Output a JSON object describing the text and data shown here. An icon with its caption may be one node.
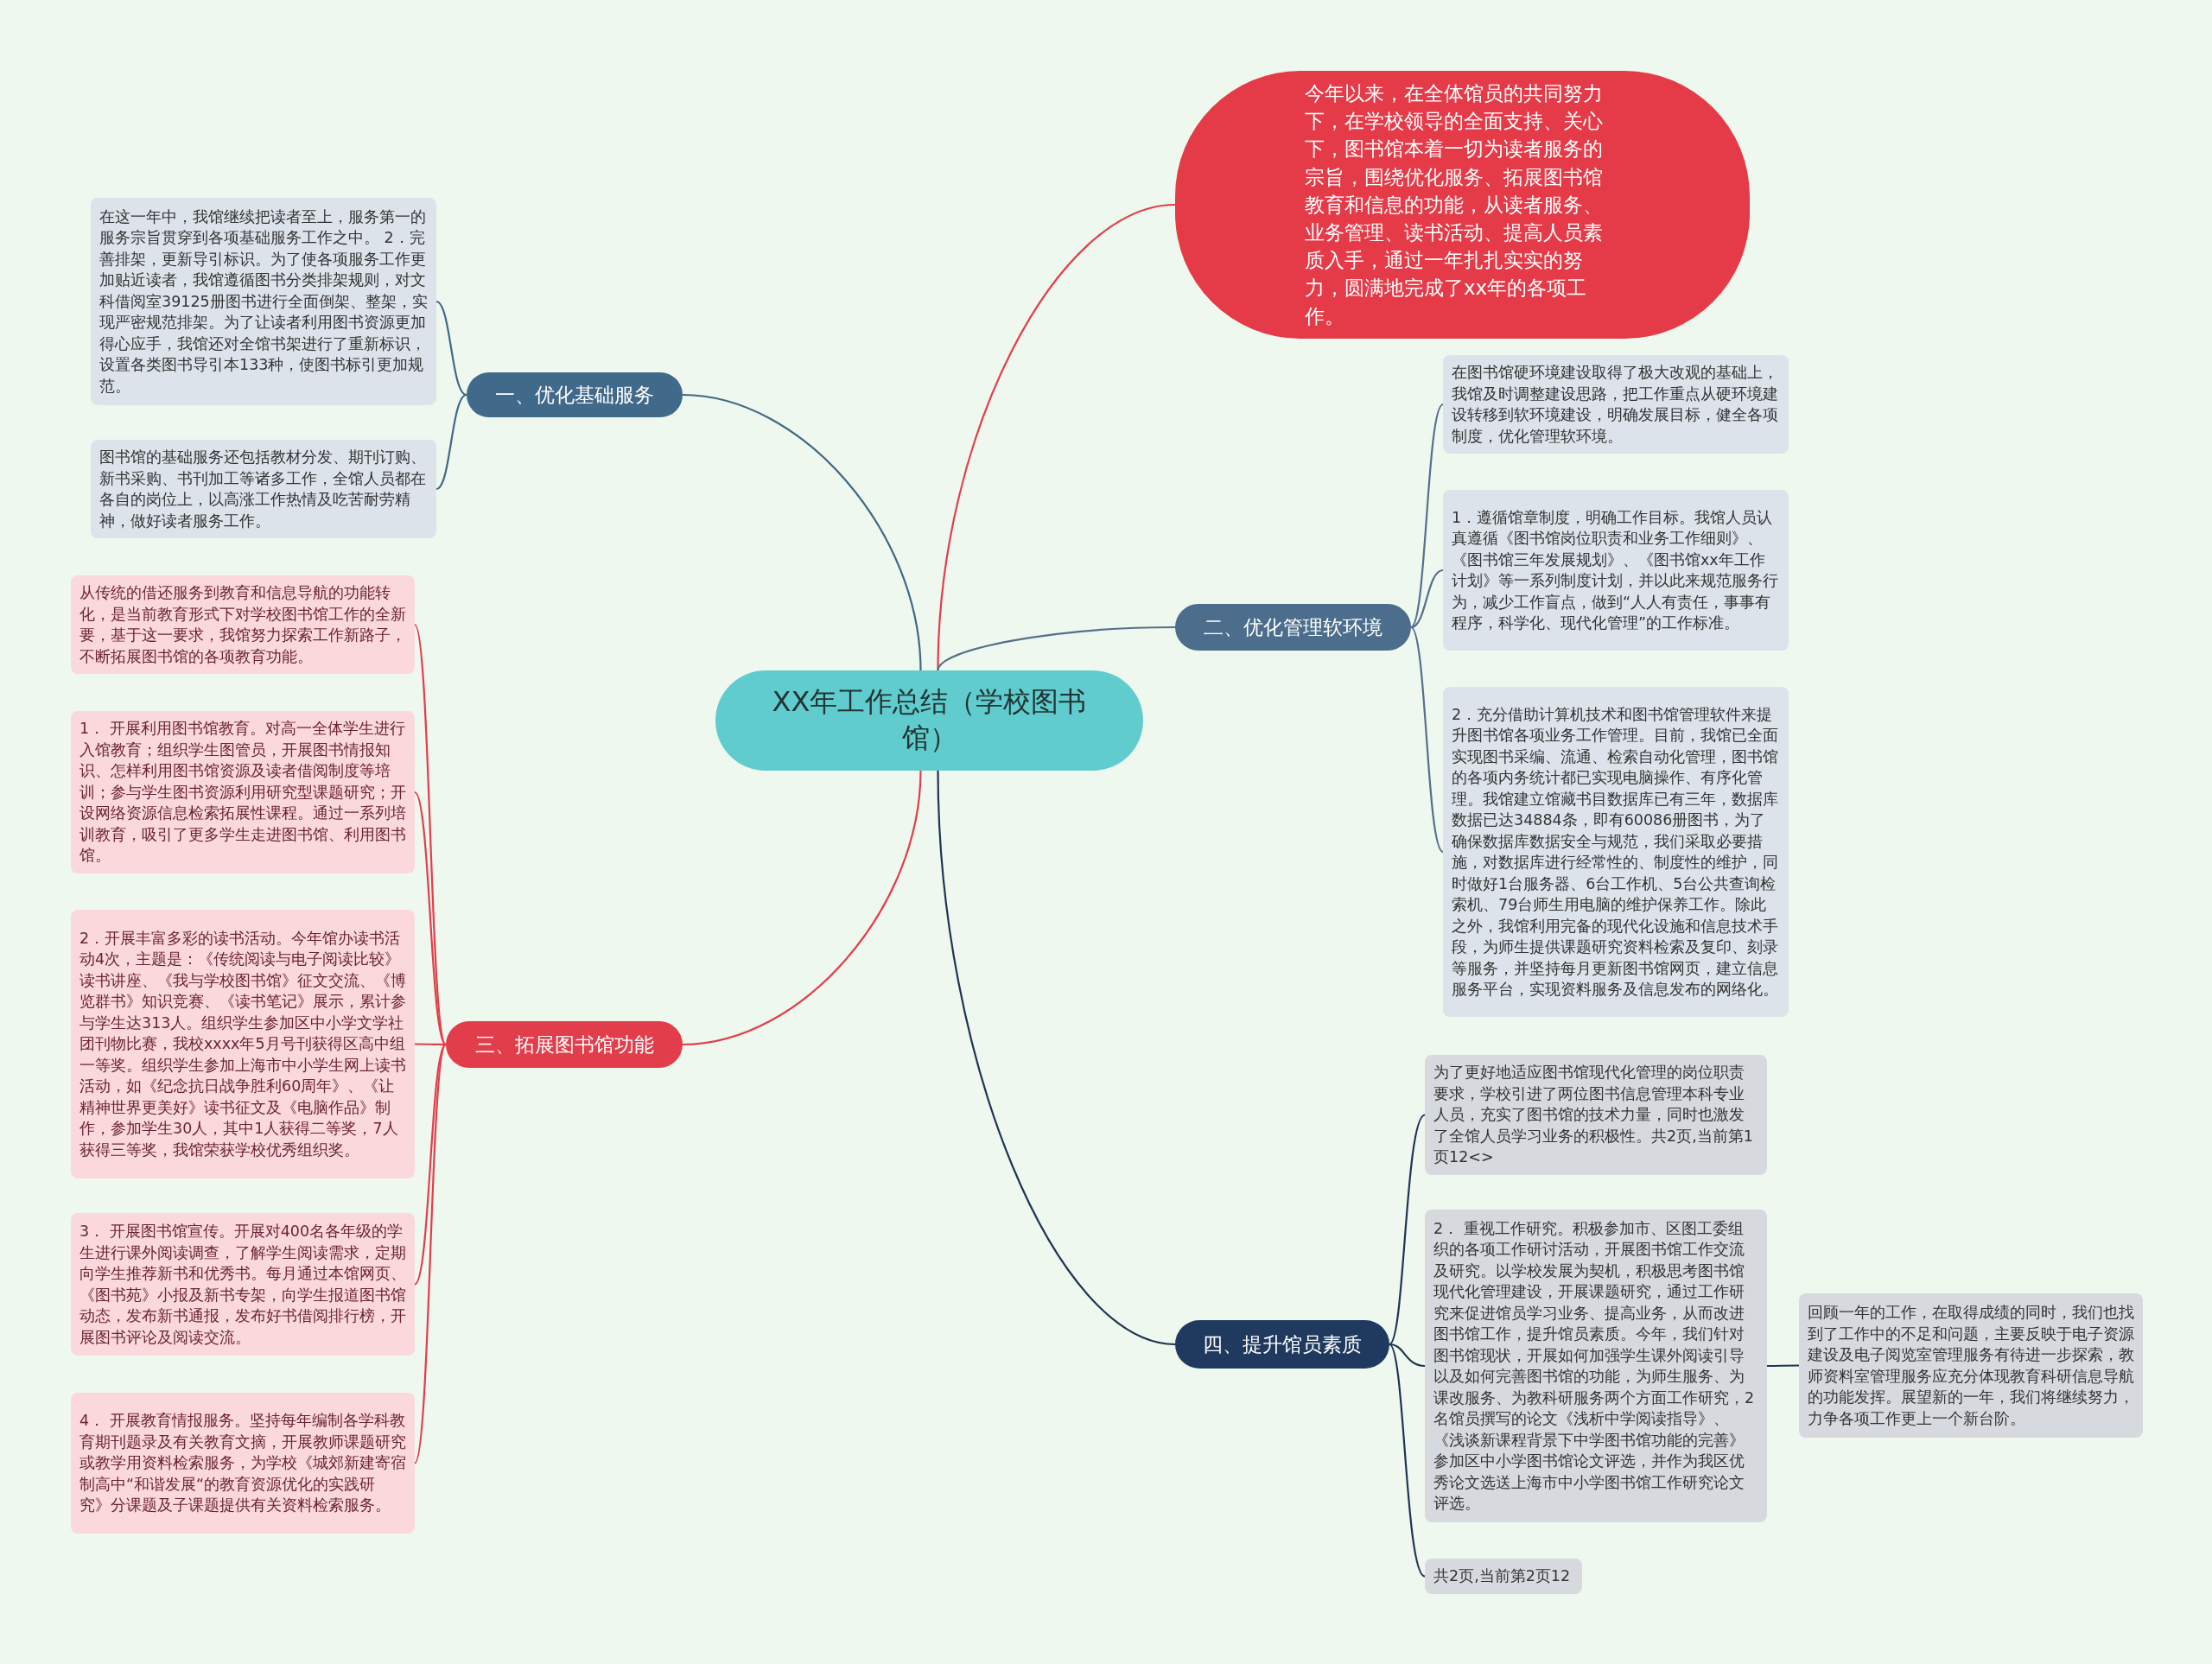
{
  "diagram": {
    "nodes": [
      {
        "text": [
          "XX年工作总结（学校图书馆）"
        ]
      },
      {
        "text": [
          "今年以来，在全体馆员的共同努力下，在学校领导的全面支持、关心下，图书馆本着一切为读者服务的宗旨，围绕优化服务、拓展图书馆教育和信息的功能，从读者服务、业务管理、读书活动、提高人员素质入手，通过一年扎扎实实的努力，圆满地完成了xx年的各项工作。"
        ]
      },
      {
        "text": [
          "一、优化基础服务"
        ]
      },
      {
        "text": [
          "在这一年中，我馆继续把读者至上，服务第一的服务宗旨贯穿到各项基础服务工作之中。 2．完善排架，更新导引标识。为了使各项服务工作更加贴近读者，我馆遵循图书分类排架规则，对文科借阅室39125册图书进行全面倒架、整架，实现严密规范排架。为了让读者利用图书资源更加得心应手，我馆还对全馆书架进行了重新标识，设置各类图书导引本133种，使图书标引更加规范。"
        ]
      },
      {
        "text": [
          "图书馆的基础服务还包括教材分发、期刊订购、新书采购、书刊加工等诸多工作，全馆人员都在各自的岗位上，以高涨工作热情及吃苦耐劳精神，做好读者服务工作。"
        ]
      },
      {
        "text": [
          "二、优化管理软环境"
        ]
      },
      {
        "text": [
          "在图书馆硬环境建设取得了极大改观的基础上，我馆及时调整建设思路，把工作重点从硬环境建设转移到软环境建设，明确发展目标，健全各项制度，优化管理软环境。"
        ]
      },
      {
        "text": [
          "1．遵循馆章制度，明确工作目标。我馆人员认真遵循《图书馆岗位职责和业务工作细则》、《图书馆三年发展规划》、《图书馆xx年工作计划》等一系列制度计划，并以此来规范服务行为，减少工作盲点，做到“人人有责任，事事有程序，科学化、现代化管理”的工作标准。"
        ]
      },
      {
        "text": [
          "2．充分借助计算机技术和图书馆管理软件来提升图书馆各项业务工作管理。目前，我馆已全面实现图书采编、流通、检索自动化管理，图书馆的各项内务统计都已实现电脑操作、有序化管理。我馆建立馆藏书目数据库已有三年，数据库数据已达34884条，即有60086册图书，为了确保数据库数据安全与规范，我们采取必要措施，对数据库进行经常性的、制度性的维护，同时做好1台服务器、6台工作机、5台公共查询检索机、79台师生用电脑的维护保养工作。除此之外，我馆利用完备的现代化设施和信息技术手段，为师生提供课题研究资料检索及复印、刻录等服务，并坚持每月更新图书馆网页，建立信息服务平台，实现资料服务及信息发布的网络化。"
        ]
      },
      {
        "text": [
          "三、拓展图书馆功能"
        ]
      },
      {
        "text": [
          "从传统的借还服务到教育和信息导航的功能转化，是当前教育形式下对学校图书馆工作的全新要，基于这一要求，我馆努力探索工作新路子，不断拓展图书馆的各项教育功能。"
        ]
      },
      {
        "text": [
          "1． 开展利用图书馆教育。对高一全体学生进行入馆教育；组织学生图管员，开展图书情报知识、怎样利用图书馆资源及读者借阅制度等培训；参与学生图书资源利用研究型课题研究；开设网络资源信息检索拓展性课程。通过一系列培训教育，吸引了更多学生走进图书馆、利用图书馆。"
        ]
      },
      {
        "text": [
          "2．开展丰富多彩的读书活动。今年馆办读书活动4次，主题是：《传统阅读与电子阅读比较》读书讲座、《我与学校图书馆》征文交流、《博览群书》知识竞赛、《读书笔记》展示，累计参与学生达313人。组织学生参加区中小学文学社团刊物比赛，我校xxxx年5月号刊获得区高中组一等奖。组织学生参加上海市中小学生网上读书活动，如《纪念抗日战争胜利60周年》、《让精神世界更美好》读书征文及《电脑作品》制作，参加学生30人，其中1人获得二等奖，7人获得三等奖，我馆荣获学校优秀组织奖。"
        ]
      },
      {
        "text": [
          "3． 开展图书馆宣传。开展对400名各年级的学生进行课外阅读调查，了解学生阅读需求，定期向学生推荐新书和优秀书。每月通过本馆网页、《图书苑》小报及新书专架，向学生报道图书馆动态，发布新书通报，发布好书借阅排行榜，开展图书评论及阅读交流。"
        ]
      },
      {
        "text": [
          "4． 开展教育情报服务。坚持每年编制各学科教育期刊题录及有关教育文摘，开展教师课题研究或教学用资料检索服务，为学校《城郊新建寄宿制高中“和谐发展“的教育资源优化的实践研究》分课题及子课题提供有关资料检索服务。"
        ]
      },
      {
        "text": [
          "四、提升馆员素质"
        ]
      },
      {
        "text": [
          "为了更好地适应图书馆现代化管理的岗位职责要求，学校引进了两位图书信息管理本科专业人员，充实了图书馆的技术力量，同时也激发了全馆人员学习业务的积极性。共2页,当前第1页12<>"
        ]
      },
      {
        "text": [
          "2． 重视工作研究。积极参加市、区图工委组织的各项工作研讨活动，开展图书馆工作交流及研究。以学校发展为契机，积极思考图书馆现代化管理建设，开展课题研究，通过工作研究来促进馆员学习业务、提高业务，从而改进图书馆工作，提升馆员素质。今年，我们针对图书馆现状，开展如何加强学生课外阅读引导以及如何完善图书馆的功能，为师生服务、为课改服务、为教科研服务两个方面工作研究，2名馆员撰写的论文《浅析中学阅读指导》、《浅谈新课程背景下中学图书馆功能的完善》参加区中小学图书馆论文评选，并作为我区优秀论文选送上海市中小学图书馆工作研究论文评选。"
        ]
      },
      {
        "text": [
          "回顾一年的工作，在取得成绩的同时，我们也找到了工作中的不足和问题，主要反映于电子资源建设及电子阅览室管理服务有待进一步探索，教师资料室管理服务应充分体现教育科研信息导航的功能发挥。展望新的一年，我们将继续努力，力争各项工作更上一个新台阶。"
        ]
      },
      {
        "text": [
          "共2页,当前第2页12"
        ]
      }
    ],
    "edges": [
      {
        "from": 0,
        "to": 1,
        "arrow": "none"
      },
      {
        "from": 0,
        "to": 2,
        "arrow": "none",
        "color": "#3f6886"
      },
      {
        "from": 2,
        "to": 3,
        "arrow": "none",
        "color": "#3f6886"
      },
      {
        "from": 2,
        "to": 4,
        "arrow": "none",
        "color": "#3f6886"
      },
      {
        "from": 0,
        "to": 5,
        "arrow": "none",
        "color": "#55708a"
      },
      {
        "from": 5,
        "to": 6,
        "arrow": "none",
        "color": "#55708a"
      },
      {
        "from": 5,
        "to": 7,
        "arrow": "none",
        "color": "#55708a"
      },
      {
        "from": 5,
        "to": 8,
        "arrow": "none",
        "color": "#55708a"
      },
      {
        "from": 0,
        "to": 9,
        "arrow": "none"
      },
      {
        "from": 9,
        "to": 10,
        "arrow": "none"
      },
      {
        "from": 9,
        "to": 11,
        "arrow": "none"
      },
      {
        "from": 9,
        "to": 12,
        "arrow": "none"
      },
      {
        "from": 9,
        "to": 13,
        "arrow": "none"
      },
      {
        "from": 9,
        "to": 14,
        "arrow": "none"
      },
      {
        "from": 0,
        "to": 15,
        "arrow": "none",
        "color": "#1e3553"
      },
      {
        "from": 15,
        "to": 16,
        "arrow": "none",
        "color": "#1e3553"
      },
      {
        "from": 15,
        "to": 17,
        "arrow": "none",
        "color": "#1e3553"
      },
      {
        "from": 15,
        "to": 19,
        "arrow": "none",
        "color": "#1e3553"
      },
      {
        "from": 17,
        "to": 18,
        "arrow": "none",
        "color": "#1e3553"
      }
    ]
  }
}
